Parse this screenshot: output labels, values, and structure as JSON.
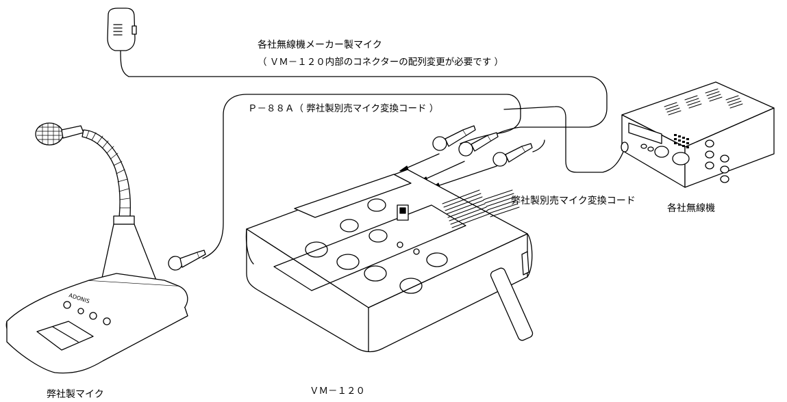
{
  "labels": {
    "mic_title": "各社無線機メーカー製マイク",
    "mic_note": "（ ＶＭ－１２０内部のコネクターの配列変更が必要です ）",
    "p88a": "Ｐ－８８Ａ（ 弊社製別売マイク変換コード ）",
    "adapter_cord": "弊社製別売マイク変換コード",
    "radio": "各社無線機",
    "vm120": "ＶＭ－１２０",
    "desk_mic": "弊社製マイク",
    "adonis": "ADONIS"
  }
}
